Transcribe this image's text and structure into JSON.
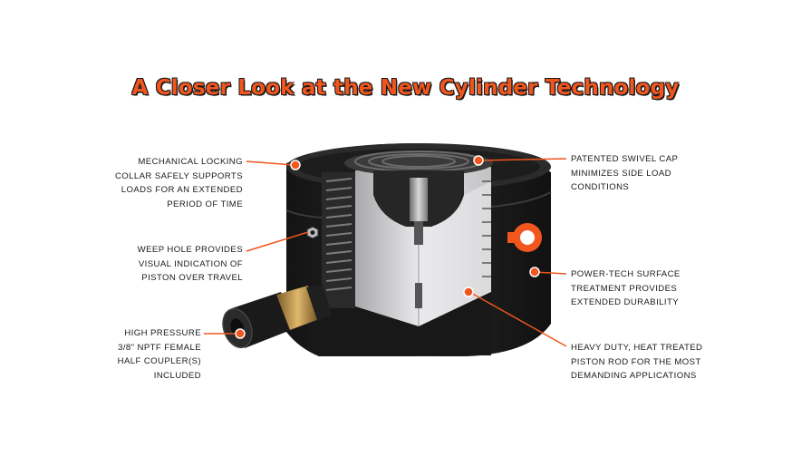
{
  "title": "A Closer Look at the New Cylinder Technology",
  "callouts": {
    "locking_collar": "MECHANICAL LOCKING\nCOLLAR SAFELY SUPPORTS\nLOADS FOR AN EXTENDED\nPERIOD OF TIME",
    "weep_hole": "WEEP HOLE PROVIDES\nVISUAL INDICATION OF\nPISTON OVER TRAVEL",
    "coupler": "HIGH PRESSURE\n3/8\" NPTF FEMALE\nHALF COUPLER(S)\nINCLUDED",
    "swivel_cap": "PATENTED SWIVEL CAP\nMINIMIZES SIDE LOAD\nCONDITIONS",
    "surface": "POWER-TECH SURFACE\nTREATMENT PROVIDES\nEXTENDED DURABILITY",
    "piston_rod": "HEAVY DUTY, HEAT TREATED\nPISTON ROD FOR THE MOST\nDEMANDING APPLICATIONS"
  },
  "colors": {
    "accent": "#f0561e",
    "body": "#1c1c1c",
    "interior": "#d7d7d9"
  }
}
